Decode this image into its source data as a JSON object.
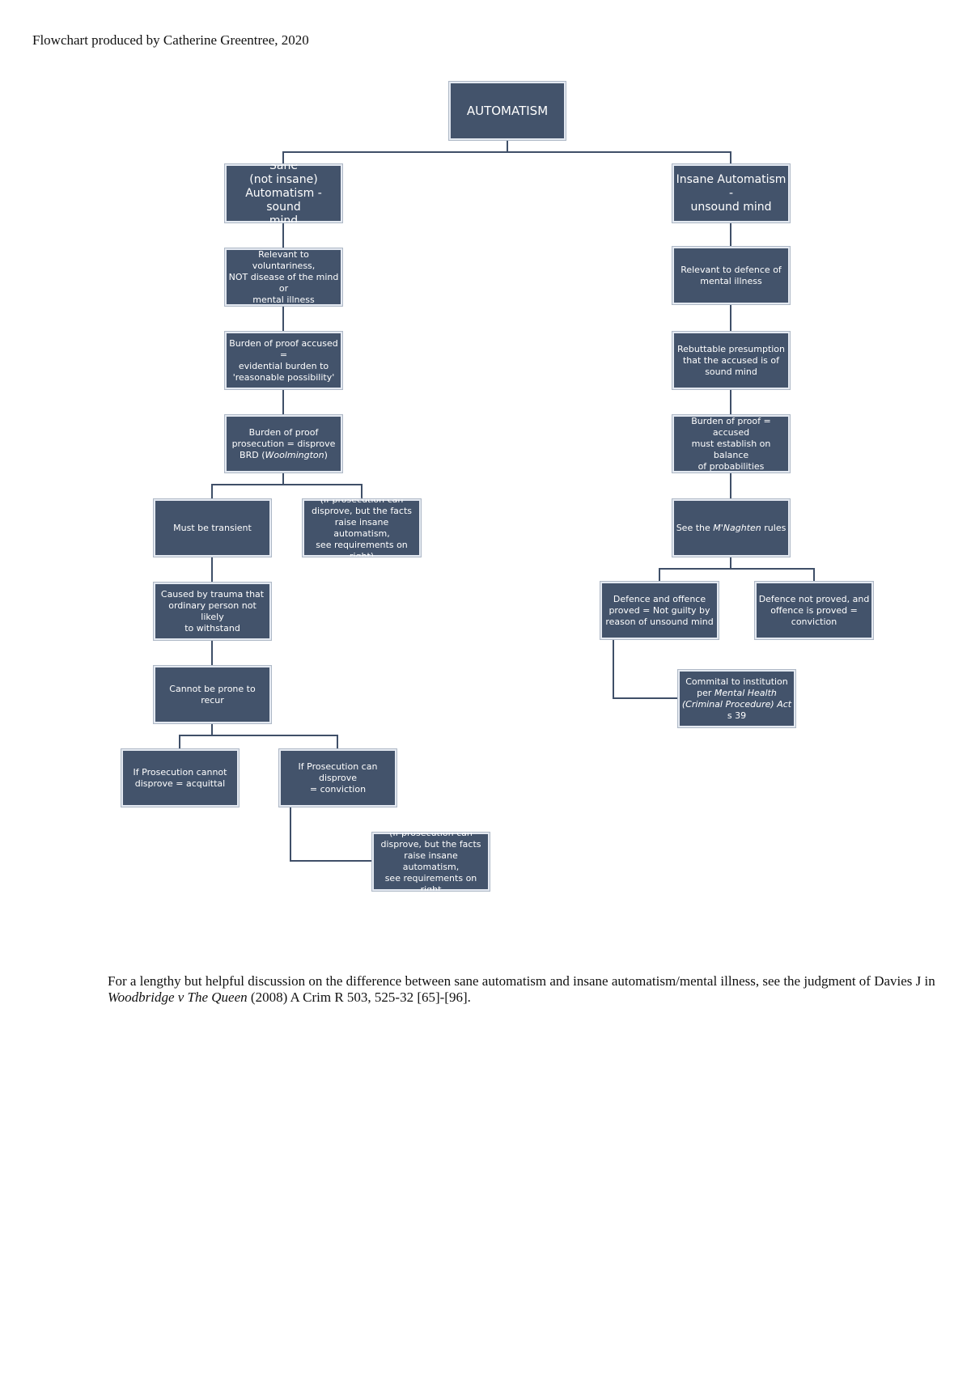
{
  "header": {
    "credit": "Flowchart produced by Catherine Greentree, 2020"
  },
  "nodes": {
    "root": "AUTOMATISM",
    "sane": "Sane\n(not insane)\nAutomatism - sound\nmind",
    "insane": "Insane Automatism -\nunsound mind",
    "sane_relevant": "Relevant to voluntariness,\nNOT disease of the mind or\nmental illness",
    "insane_relevant": "Relevant to defence of\nmental illness",
    "sane_burden_accused": "Burden of proof accused =\nevidential burden to\n'reasonable possibility'",
    "insane_presumption": "Rebuttable presumption\nthat the accused is of\nsound mind",
    "sane_burden_prosecution_a": "Burden of proof\nprosecution = disprove\nBRD (",
    "sane_burden_prosecution_em": "Woolmington",
    "sane_burden_prosecution_b": ")",
    "insane_burden_accused": "Burden of proof = accused\nmust establish on balance\nof probabilities",
    "transient": "Must be transient",
    "prosecution_note_1": "(If prosecution can\ndisprove, but the facts\nraise insane automatism,\nsee requirements on right)",
    "mnaghten_a": "See the ",
    "mnaghten_em": "M'Naghten",
    "mnaghten_b": " rules",
    "trauma": "Caused by trauma that\nordinary person not likely\nto withstand",
    "not_guilty": "Defence and offence\nproved = Not guilty by\nreason of unsound mind",
    "not_proved": "Defence not proved, and\noffence is proved =\nconviction",
    "recur": "Cannot be prone to recur",
    "commital_a": "Commital to institution\nper ",
    "commital_em": "Mental Health\n(Criminal Procedure) Act",
    "commital_b": "\ns 39",
    "acquittal": "If Prosecution cannot\ndisprove = acquittal",
    "conviction": "If Prosecution can disprove\n= conviction",
    "prosecution_note_2": "(If prosecution can\ndisprove, but the facts\nraise insane automatism,\nsee requirements on right"
  },
  "footnote": {
    "text_a": "For a lengthy but helpful discussion on the difference between sane automatism and insane automatism/mental illness, see the judgment of Davies J in ",
    "case_name": "Woodbridge v The Queen",
    "text_b": " (2008) A Crim R 503, 525-32 [65]-[96]."
  },
  "colors": {
    "box_fill": "#43536b",
    "box_border": "#e4e9f1",
    "connector": "#3f4f68"
  }
}
